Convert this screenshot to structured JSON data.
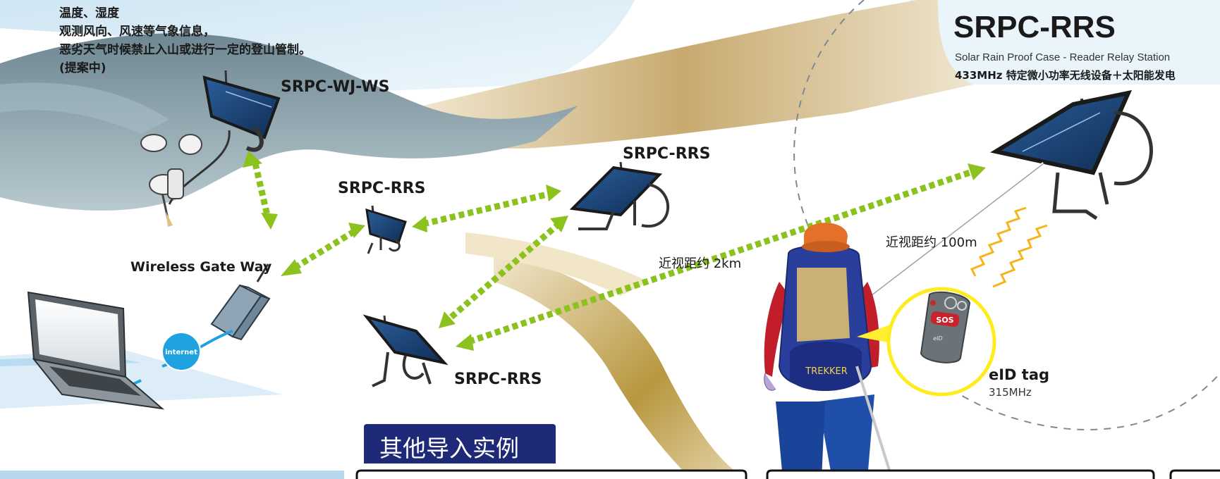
{
  "weather_station": {
    "info_lines": [
      "温度、湿度",
      "观测风向、风速等气象信息，",
      "恶劣天气时候禁止入山或进行一定的登山管制。",
      "(提案中)"
    ],
    "name": "SRPC-WJ-WS"
  },
  "header": {
    "title": "SRPC-RRS",
    "subtitle": "Solar Rain Proof Case - Reader Relay Station",
    "subtitle2": "433MHz 特定微小功率无线设备＋太阳能发电"
  },
  "nodes": {
    "relay_center_left": "SRPC-RRS",
    "relay_center_top": "SRPC-RRS",
    "relay_bottom": "SRPC-RRS",
    "gateway": "Wireless Gate Way",
    "internet": "internet"
  },
  "distances": {
    "long_range": "近视距约 2km",
    "short_range": "近视距约 100m"
  },
  "tag": {
    "name": "eID tag",
    "frequency": "315MHz",
    "sos": "SOS",
    "brand": "eID",
    "backpack_label": "TREKKER"
  },
  "section": {
    "banner": "其他导入实例"
  },
  "colors": {
    "link_arrow": "#8cc21e",
    "banner_bg": "#1e2a78",
    "internet": "#1fa3e0",
    "radio_wave": "#f4b41a"
  }
}
